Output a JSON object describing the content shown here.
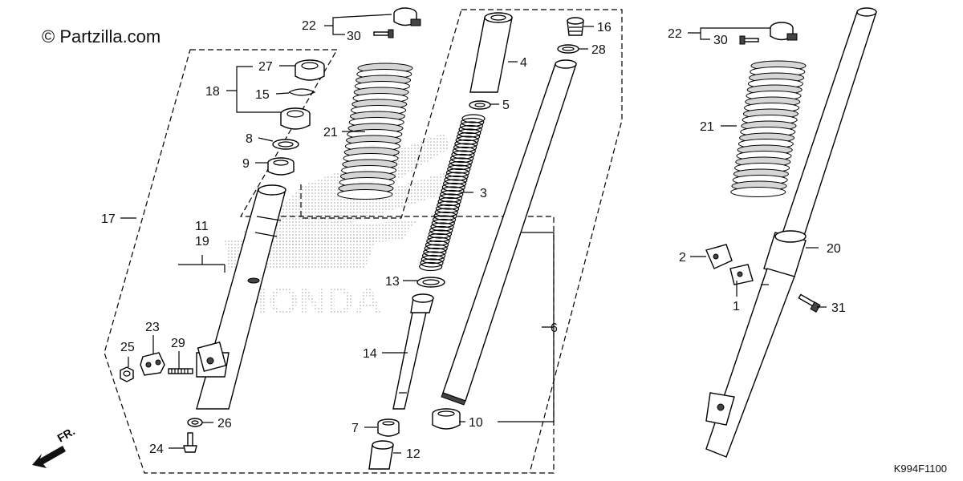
{
  "copyright": "© Partzilla.com",
  "diagram_code": "K994F1100",
  "watermark": "HONDA",
  "direction_arrow": "FR.",
  "callouts": [
    {
      "id": "22a",
      "text": "22"
    },
    {
      "id": "30a",
      "text": "30"
    },
    {
      "id": "27",
      "text": "27"
    },
    {
      "id": "18",
      "text": "18"
    },
    {
      "id": "15",
      "text": "15"
    },
    {
      "id": "8",
      "text": "8"
    },
    {
      "id": "9",
      "text": "9"
    },
    {
      "id": "21a",
      "text": "21"
    },
    {
      "id": "17",
      "text": "17"
    },
    {
      "id": "11",
      "text": "11"
    },
    {
      "id": "19",
      "text": "19"
    },
    {
      "id": "23",
      "text": "23"
    },
    {
      "id": "25",
      "text": "25"
    },
    {
      "id": "29",
      "text": "29"
    },
    {
      "id": "26",
      "text": "26"
    },
    {
      "id": "24",
      "text": "24"
    },
    {
      "id": "4",
      "text": "4"
    },
    {
      "id": "5",
      "text": "5"
    },
    {
      "id": "3",
      "text": "3"
    },
    {
      "id": "13",
      "text": "13"
    },
    {
      "id": "14",
      "text": "14"
    },
    {
      "id": "7",
      "text": "7"
    },
    {
      "id": "12",
      "text": "12"
    },
    {
      "id": "16",
      "text": "16"
    },
    {
      "id": "28",
      "text": "28"
    },
    {
      "id": "6",
      "text": "6"
    },
    {
      "id": "10",
      "text": "10"
    },
    {
      "id": "22b",
      "text": "22"
    },
    {
      "id": "30b",
      "text": "30"
    },
    {
      "id": "21b",
      "text": "21"
    },
    {
      "id": "2",
      "text": "2"
    },
    {
      "id": "20",
      "text": "20"
    },
    {
      "id": "1",
      "text": "1"
    },
    {
      "id": "31",
      "text": "31"
    }
  ]
}
